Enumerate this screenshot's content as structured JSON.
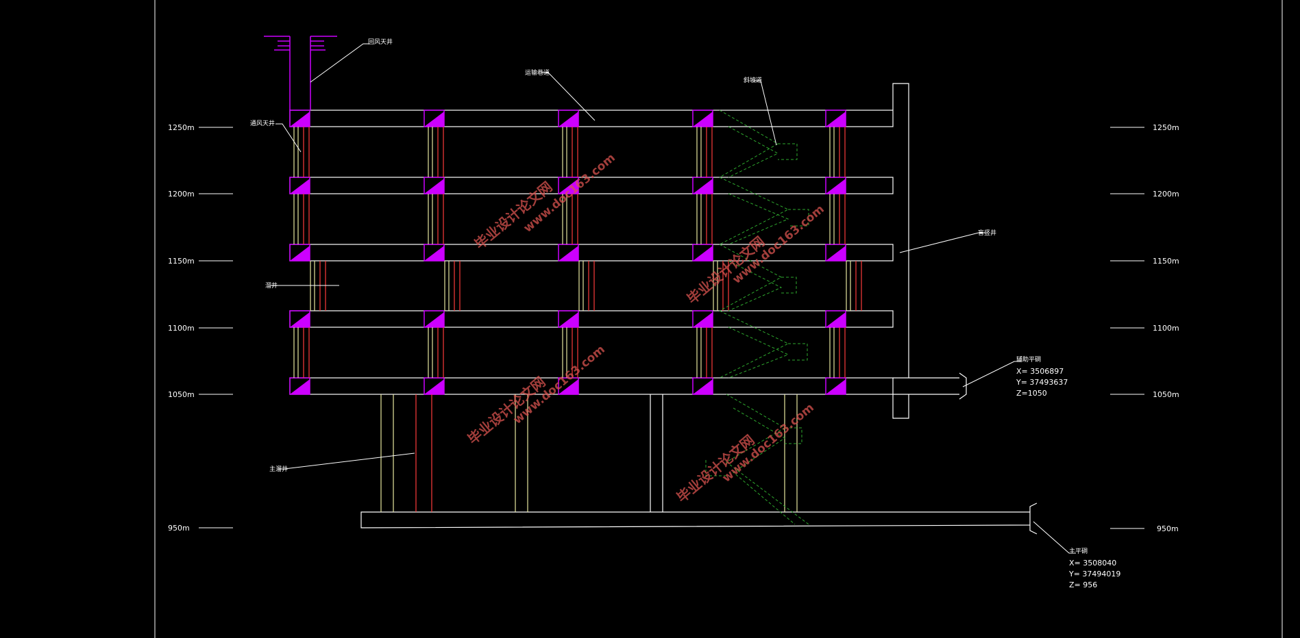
{
  "colors": {
    "background": "#000000",
    "line": "#ffffff",
    "accent": "#cc00ff",
    "red": "#ff3b3b",
    "yellow": "#e8e8a0",
    "green": "#2ea82e",
    "watermark": "#d9534f"
  },
  "levels": [
    "1250m",
    "1200m",
    "1150m",
    "1100m",
    "1050m",
    "950m"
  ],
  "labels": {
    "return_air_shaft": "回风天井",
    "transport_roadway": "运输巷道",
    "inclined_ramp": "斜坡道",
    "ventilation_raise": "通风天井",
    "blind_shaft": "盲竖井",
    "ore_pass": "溜井",
    "main_ore_pass": "主溜井"
  },
  "adit_upper": {
    "title": "辅助平硐",
    "x": "X= 3506897",
    "y": "Y= 37493637",
    "z": "Z=1050"
  },
  "adit_main": {
    "title": "主平硐",
    "x": "X= 3508040",
    "y": "Y= 37494019",
    "z": "Z= 956"
  },
  "watermark": {
    "line1": "毕业设计论文网",
    "line2": "www.doc163.com"
  }
}
